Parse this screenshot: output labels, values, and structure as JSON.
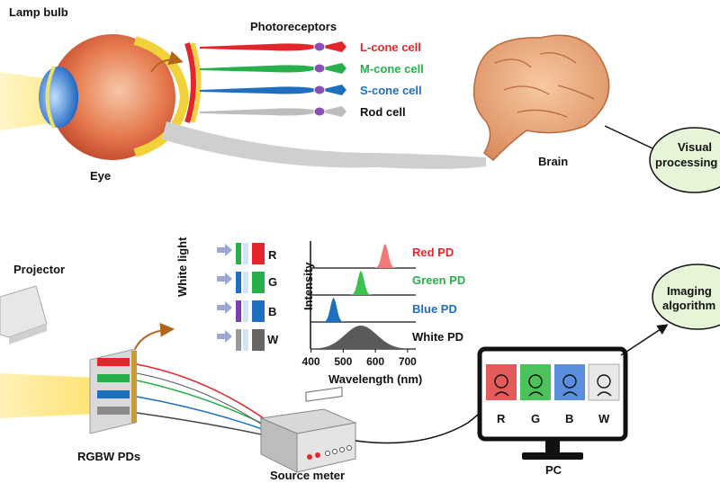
{
  "top": {
    "lamp_label": "Lamp bulb",
    "eye_label": "Eye",
    "photoreceptors_title": "Photoreceptors",
    "cells": [
      {
        "label": "L-cone cell",
        "color": "#e3262b"
      },
      {
        "label": "M-cone cell",
        "color": "#27b04a"
      },
      {
        "label": "S-cone cell",
        "color": "#1f6fc0"
      },
      {
        "label": "Rod cell",
        "color": "#111111"
      }
    ],
    "brain_label": "Brain",
    "visual_box": {
      "line1": "Visual",
      "line2": "processing"
    }
  },
  "bottom": {
    "projector_label": "Projector",
    "white_light_label": "White light",
    "filters": [
      {
        "letter": "R",
        "color": "#e3262b"
      },
      {
        "letter": "G",
        "color": "#27b04a"
      },
      {
        "letter": "B",
        "color": "#1f6fc0"
      },
      {
        "letter": "W",
        "color": "#666666"
      }
    ],
    "pds_label": "RGBW PDs",
    "source_meter_label": "Source meter",
    "pc_label": "PC",
    "pc_letters": [
      "R",
      "G",
      "B",
      "W"
    ],
    "imaging_box": {
      "line1": "Imaging",
      "line2": "algorithm"
    }
  },
  "chart_data": {
    "type": "area",
    "xlabel": "Wavelength (nm)",
    "ylabel": "Intensity",
    "x_ticks": [
      400,
      500,
      600,
      700
    ],
    "xlim": [
      390,
      720
    ],
    "series": [
      {
        "name": "Red PD",
        "color": "#e3262b",
        "fill": "#f07a7a",
        "center": 630,
        "width": 14
      },
      {
        "name": "Green PD",
        "color": "#27b04a",
        "fill": "#3ec24f",
        "center": 555,
        "width": 14
      },
      {
        "name": "Blue PD",
        "color": "#1f6fc0",
        "fill": "#1f6fc0",
        "center": 470,
        "width": 14
      },
      {
        "name": "White PD",
        "color": "#111111",
        "fill": "#5a5a5a",
        "center": 555,
        "width": 70
      }
    ]
  }
}
